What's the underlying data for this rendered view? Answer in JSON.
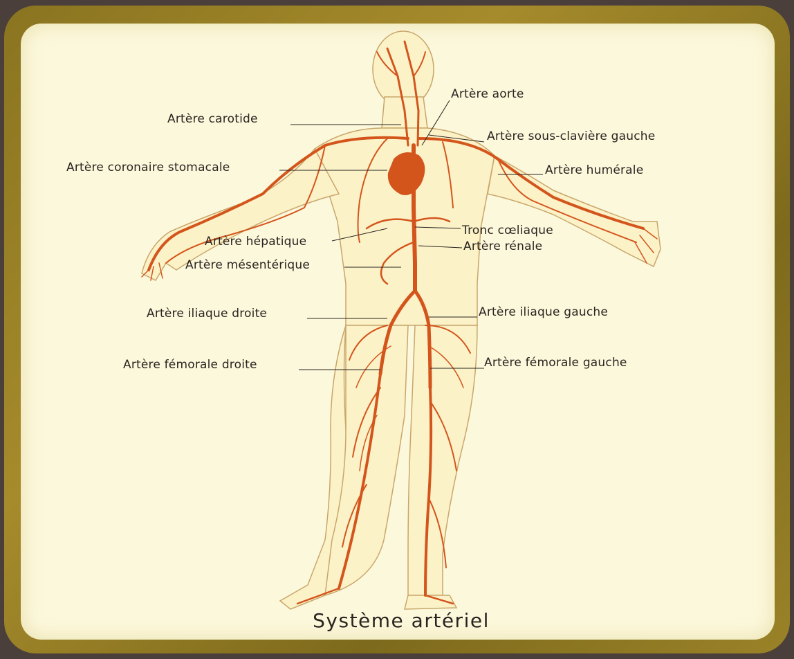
{
  "title": "Système artériel",
  "labels": {
    "aorte": "Artère aorte",
    "carotide": "Artère carotide",
    "sous_claviere": "Artère sous-clavière gauche",
    "coronaire": "Artère coronaire stomacale",
    "humerale": "Artère humérale",
    "tronc": "Tronc cœliaque",
    "hepatique": "Artère hépatique",
    "renale": "Artère rénale",
    "mesenterique": "Artère mésentérique",
    "iliaque_droite": "Artère iliaque droite",
    "iliaque_gauche": "Artère iliaque gauche",
    "femorale_droite": "Artère fémorale droite",
    "femorale_gauche": "Artère fémorale gauche"
  },
  "colors": {
    "artery": "#d4551c",
    "body_outline": "#c9a66b",
    "body_fill": "#fbf2c8",
    "gold": "#8a7420"
  }
}
